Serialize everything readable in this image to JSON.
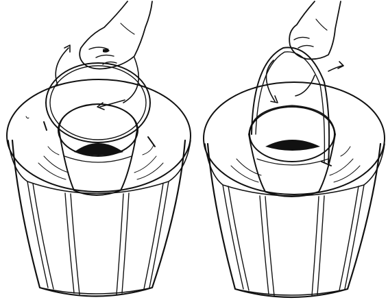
{
  "figure": {
    "panels": [
      {
        "id": "left",
        "handle": "handle-rotating-around-rim",
        "liquid": "dark-liquid"
      },
      {
        "id": "right",
        "handle": "handle-held-upright",
        "liquid": "dark-liquid"
      }
    ],
    "colors": {
      "ink": "#111111",
      "liquid": "#111111",
      "background": "#ffffff"
    }
  }
}
